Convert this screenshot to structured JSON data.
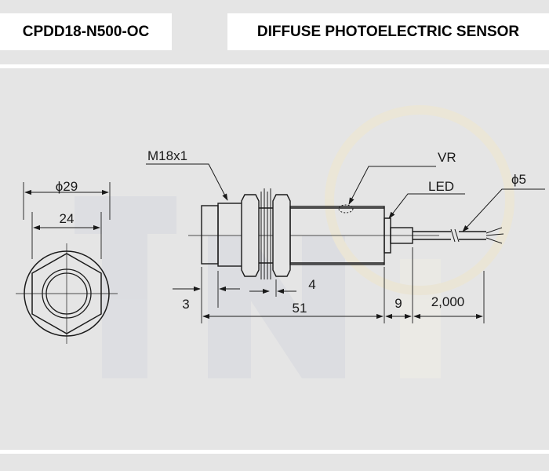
{
  "header": {
    "model": "CPDD18-N500-OC",
    "product_type": "DIFFUSE PHOTOELECTRIC SENSOR"
  },
  "drawing": {
    "front_view": {
      "outer_diameter": "ϕ29",
      "hex_width": "24"
    },
    "side_view": {
      "thread": "M18x1",
      "vr_label": "VR",
      "led_label": "LED",
      "cable_diameter": "ϕ5",
      "dim_front": "3",
      "dim_nut": "4",
      "dim_body_length": "51",
      "dim_cable_gland": "9",
      "dim_cable_length": "2,000"
    }
  },
  "colors": {
    "line": "#1a1a1a",
    "background": "#e5e5e5",
    "panel": "#ffffff",
    "watermark": "#d6d8dc"
  }
}
